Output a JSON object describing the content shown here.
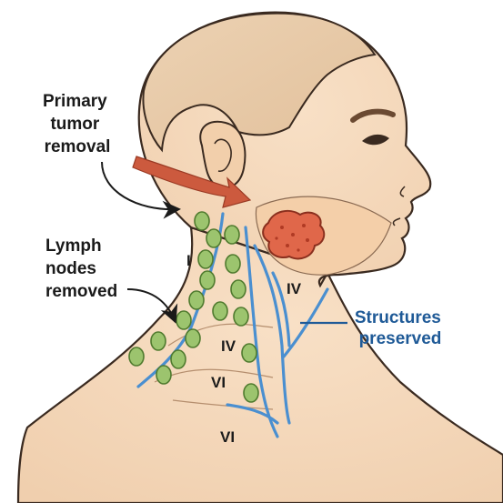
{
  "annotations": {
    "tumor": [
      "Primary",
      "tumor",
      "removal"
    ],
    "nodes": [
      "Lymph",
      "nodes",
      "removed"
    ],
    "structures": [
      "Structures",
      "preserved"
    ]
  },
  "levels": [
    "I",
    "IV",
    "IV",
    "VI",
    "VI"
  ],
  "colors": {
    "skin": "#f3d5b7",
    "skin_outline": "#3a2a20",
    "hair": "#e8c9a6",
    "lymph_node": "#9cc46e",
    "lymph_node_outline": "#4f7a2e",
    "vessel": "#4a8fd0",
    "arrow": "#cc5a3e",
    "tumor": "#e0674a",
    "structures_text": "#1f5a97"
  },
  "icons": [
    "head-profile-illustration",
    "ear",
    "eye",
    "tumor",
    "arrow",
    "lymph-node",
    "blood-vessel"
  ]
}
